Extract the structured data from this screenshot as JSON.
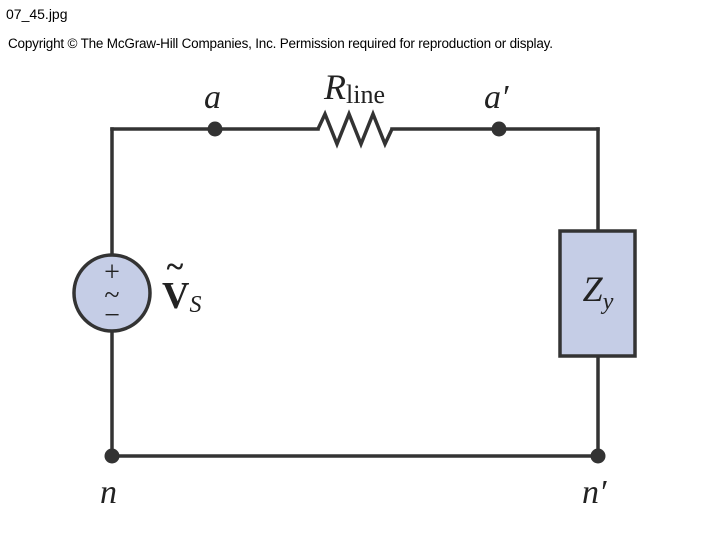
{
  "header": {
    "file_title": "07_45.jpg",
    "copyright": "Copyright © The McGraw-Hill Companies, Inc. Permission required for reproduction or display."
  },
  "diagram": {
    "wire_color": "#333333",
    "component_fill": "#c5cde6",
    "nodes": {
      "a": "a",
      "a_prime": "a′",
      "n": "n",
      "n_prime": "n′"
    },
    "resistor": {
      "symbol": "R",
      "subscript": "line"
    },
    "source": {
      "plus": "+",
      "tilde": "~",
      "minus": "−",
      "symbol": "V",
      "accent": "~",
      "subscript": "S"
    },
    "load": {
      "symbol": "Z",
      "subscript": "y"
    }
  }
}
